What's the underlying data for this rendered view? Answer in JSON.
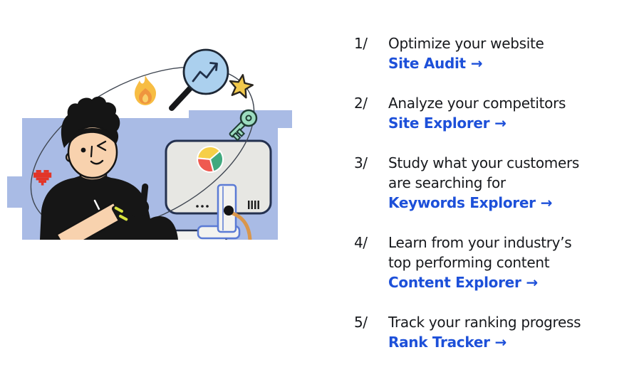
{
  "page": {
    "background": "#ffffff",
    "description": "Onboarding section: winking person with rock-hand gesture beside a monitor with a pie chart, orbited by heart, flame, magnifying-glass, star and key icons; five numbered steps with tool links on the right"
  },
  "steps": [
    {
      "number": "1/",
      "lines": [
        "Optimize your website"
      ],
      "link": "Site Audit",
      "arrow": "→"
    },
    {
      "number": "2/",
      "lines": [
        "Analyze your competitors"
      ],
      "link": "Site Explorer",
      "arrow": "→"
    },
    {
      "number": "3/",
      "lines": [
        "Study what your customers",
        "are searching for"
      ],
      "link": "Keywords Explorer",
      "arrow": "→"
    },
    {
      "number": "4/",
      "lines": [
        "Learn from your industry’s",
        "top performing content"
      ],
      "link": "Content Explorer",
      "arrow": "→"
    },
    {
      "number": "5/",
      "lines": [
        "Track your ranking progress"
      ],
      "link": "Rank Tracker",
      "arrow": "→"
    }
  ],
  "illustration": {
    "icons": [
      "pixel-heart",
      "flame",
      "magnifying-glass-trend",
      "star",
      "key",
      "pie-chart",
      "monitor",
      "keyboard",
      "person-rock-gesture"
    ],
    "colors": {
      "background_blue": "#a9bbe5",
      "skin": "#f8d2ae",
      "ink": "#161616",
      "monitor_fill": "#e7e7e3",
      "monitor_border": "#24314f",
      "stand_border": "#5b7bd5",
      "pie_yellow": "#f6cf47",
      "pie_red": "#ef5a50",
      "pie_green": "#41a97e",
      "star_yellow": "#f2c94c",
      "key_mint": "#9cdcc0",
      "flame_outer": "#f7bd43",
      "flame_inner": "#ef953e",
      "heart_red": "#e23528",
      "cable_orange": "#d9964b",
      "magnifier_blue": "#abd0ee",
      "wristband_yellow": "#d8e33f",
      "orbit_line": "#3f4651",
      "link_blue": "#1d50d9",
      "text": "#17191d"
    }
  }
}
